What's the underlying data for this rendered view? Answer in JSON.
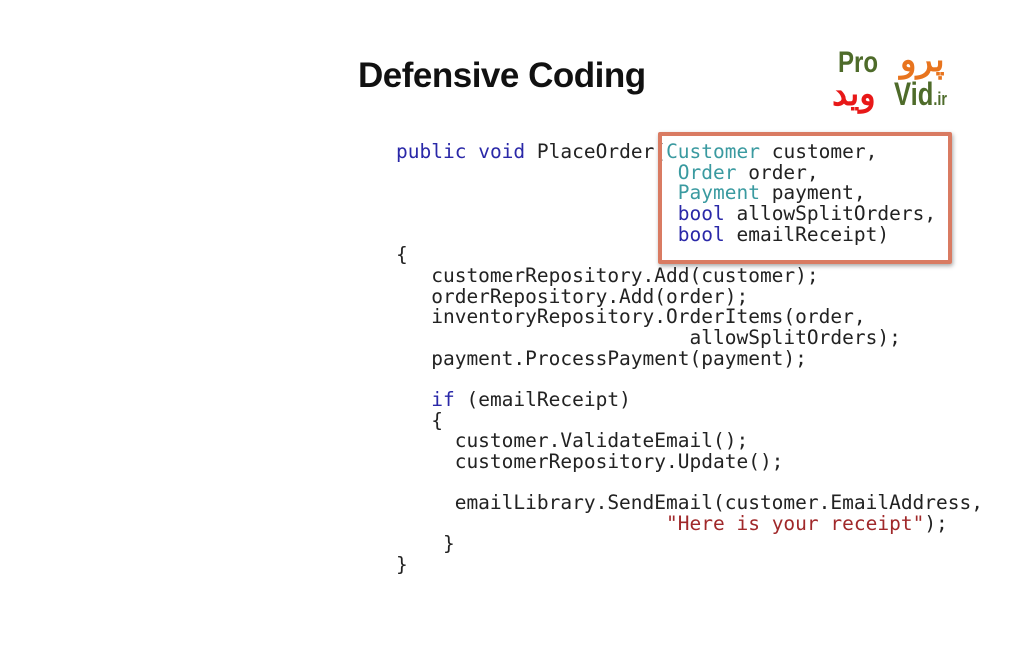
{
  "slide": {
    "title": "Defensive Coding"
  },
  "logo": {
    "latin_top": "Pro",
    "latin_bottom": "Vid",
    "tld": ".ir",
    "persian_top": "پرو",
    "persian_bottom": "وید",
    "colors": {
      "green": "#4e6b2a",
      "orange": "#e8741e",
      "red": "#e81818"
    }
  },
  "highlight_color": "#d97b62",
  "code": {
    "lines": [
      [
        {
          "c": "kw",
          "s": "public"
        },
        {
          "c": "",
          "s": " "
        },
        {
          "c": "kw",
          "s": "void"
        },
        {
          "c": "",
          "s": " PlaceOrder("
        },
        {
          "c": "type",
          "s": "Customer"
        },
        {
          "c": "",
          "s": " customer,"
        }
      ],
      [
        {
          "c": "",
          "s": "                        "
        },
        {
          "c": "type",
          "s": "Order"
        },
        {
          "c": "",
          "s": " order,"
        }
      ],
      [
        {
          "c": "",
          "s": "                        "
        },
        {
          "c": "type",
          "s": "Payment"
        },
        {
          "c": "",
          "s": " payment,"
        }
      ],
      [
        {
          "c": "",
          "s": "                        "
        },
        {
          "c": "kw",
          "s": "bool"
        },
        {
          "c": "",
          "s": " allowSplitOrders,"
        }
      ],
      [
        {
          "c": "",
          "s": "                        "
        },
        {
          "c": "kw",
          "s": "bool"
        },
        {
          "c": "",
          "s": " emailReceipt)"
        }
      ],
      [
        {
          "c": "",
          "s": "{"
        }
      ],
      [
        {
          "c": "",
          "s": "   customerRepository.Add(customer);"
        }
      ],
      [
        {
          "c": "",
          "s": "   orderRepository.Add(order);"
        }
      ],
      [
        {
          "c": "",
          "s": "   inventoryRepository.OrderItems(order,"
        }
      ],
      [
        {
          "c": "",
          "s": "                         allowSplitOrders);"
        }
      ],
      [
        {
          "c": "",
          "s": "   payment.ProcessPayment(payment);"
        }
      ],
      [
        {
          "c": "",
          "s": ""
        }
      ],
      [
        {
          "c": "",
          "s": "   "
        },
        {
          "c": "kw",
          "s": "if"
        },
        {
          "c": "",
          "s": " (emailReceipt)"
        }
      ],
      [
        {
          "c": "",
          "s": "   {"
        }
      ],
      [
        {
          "c": "",
          "s": "     customer.ValidateEmail();"
        }
      ],
      [
        {
          "c": "",
          "s": "     customerRepository.Update();"
        }
      ],
      [
        {
          "c": "",
          "s": ""
        }
      ],
      [
        {
          "c": "",
          "s": "     emailLibrary.SendEmail(customer.EmailAddress,"
        }
      ],
      [
        {
          "c": "",
          "s": "                       "
        },
        {
          "c": "str",
          "s": "\"Here is your receipt\""
        },
        {
          "c": "",
          "s": ");"
        }
      ],
      [
        {
          "c": "",
          "s": "    }"
        }
      ],
      [
        {
          "c": "",
          "s": "}"
        }
      ]
    ]
  }
}
